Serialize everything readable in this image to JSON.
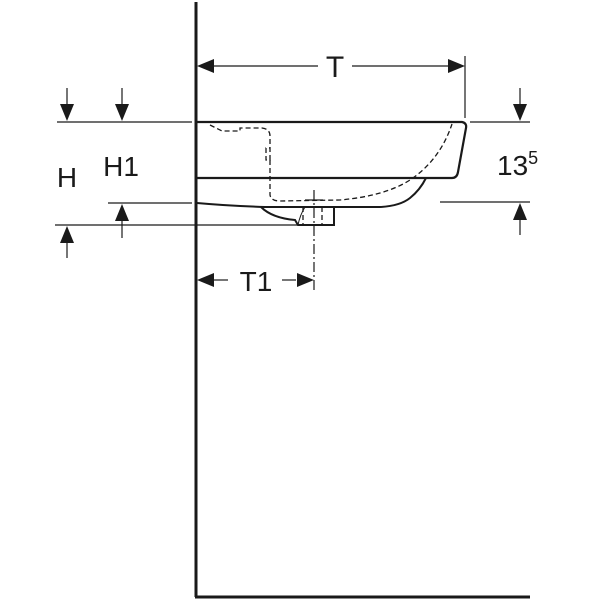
{
  "diagram": {
    "type": "technical-drawing",
    "subject": "wall-mounted washbasin side view with dimensions",
    "colors": {
      "line": "#1a1a1a",
      "background": "#ffffff"
    },
    "labels": {
      "depth": "T",
      "drain_depth": "T1",
      "height": "H",
      "height_h1": "H1",
      "rim_height_main": "13",
      "rim_height_sup": "5"
    }
  }
}
